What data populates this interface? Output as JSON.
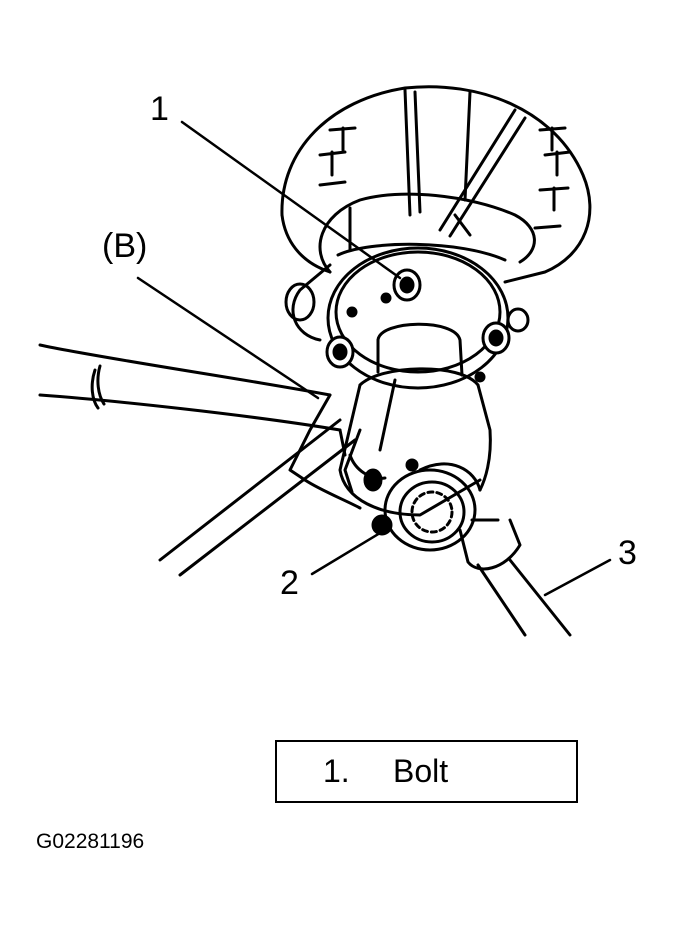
{
  "callouts": {
    "c1": "1",
    "cB": "(B)",
    "c2": "2",
    "c3": "3"
  },
  "legend": {
    "number": "1.",
    "text": "Bolt"
  },
  "figure_code": "G02281196"
}
